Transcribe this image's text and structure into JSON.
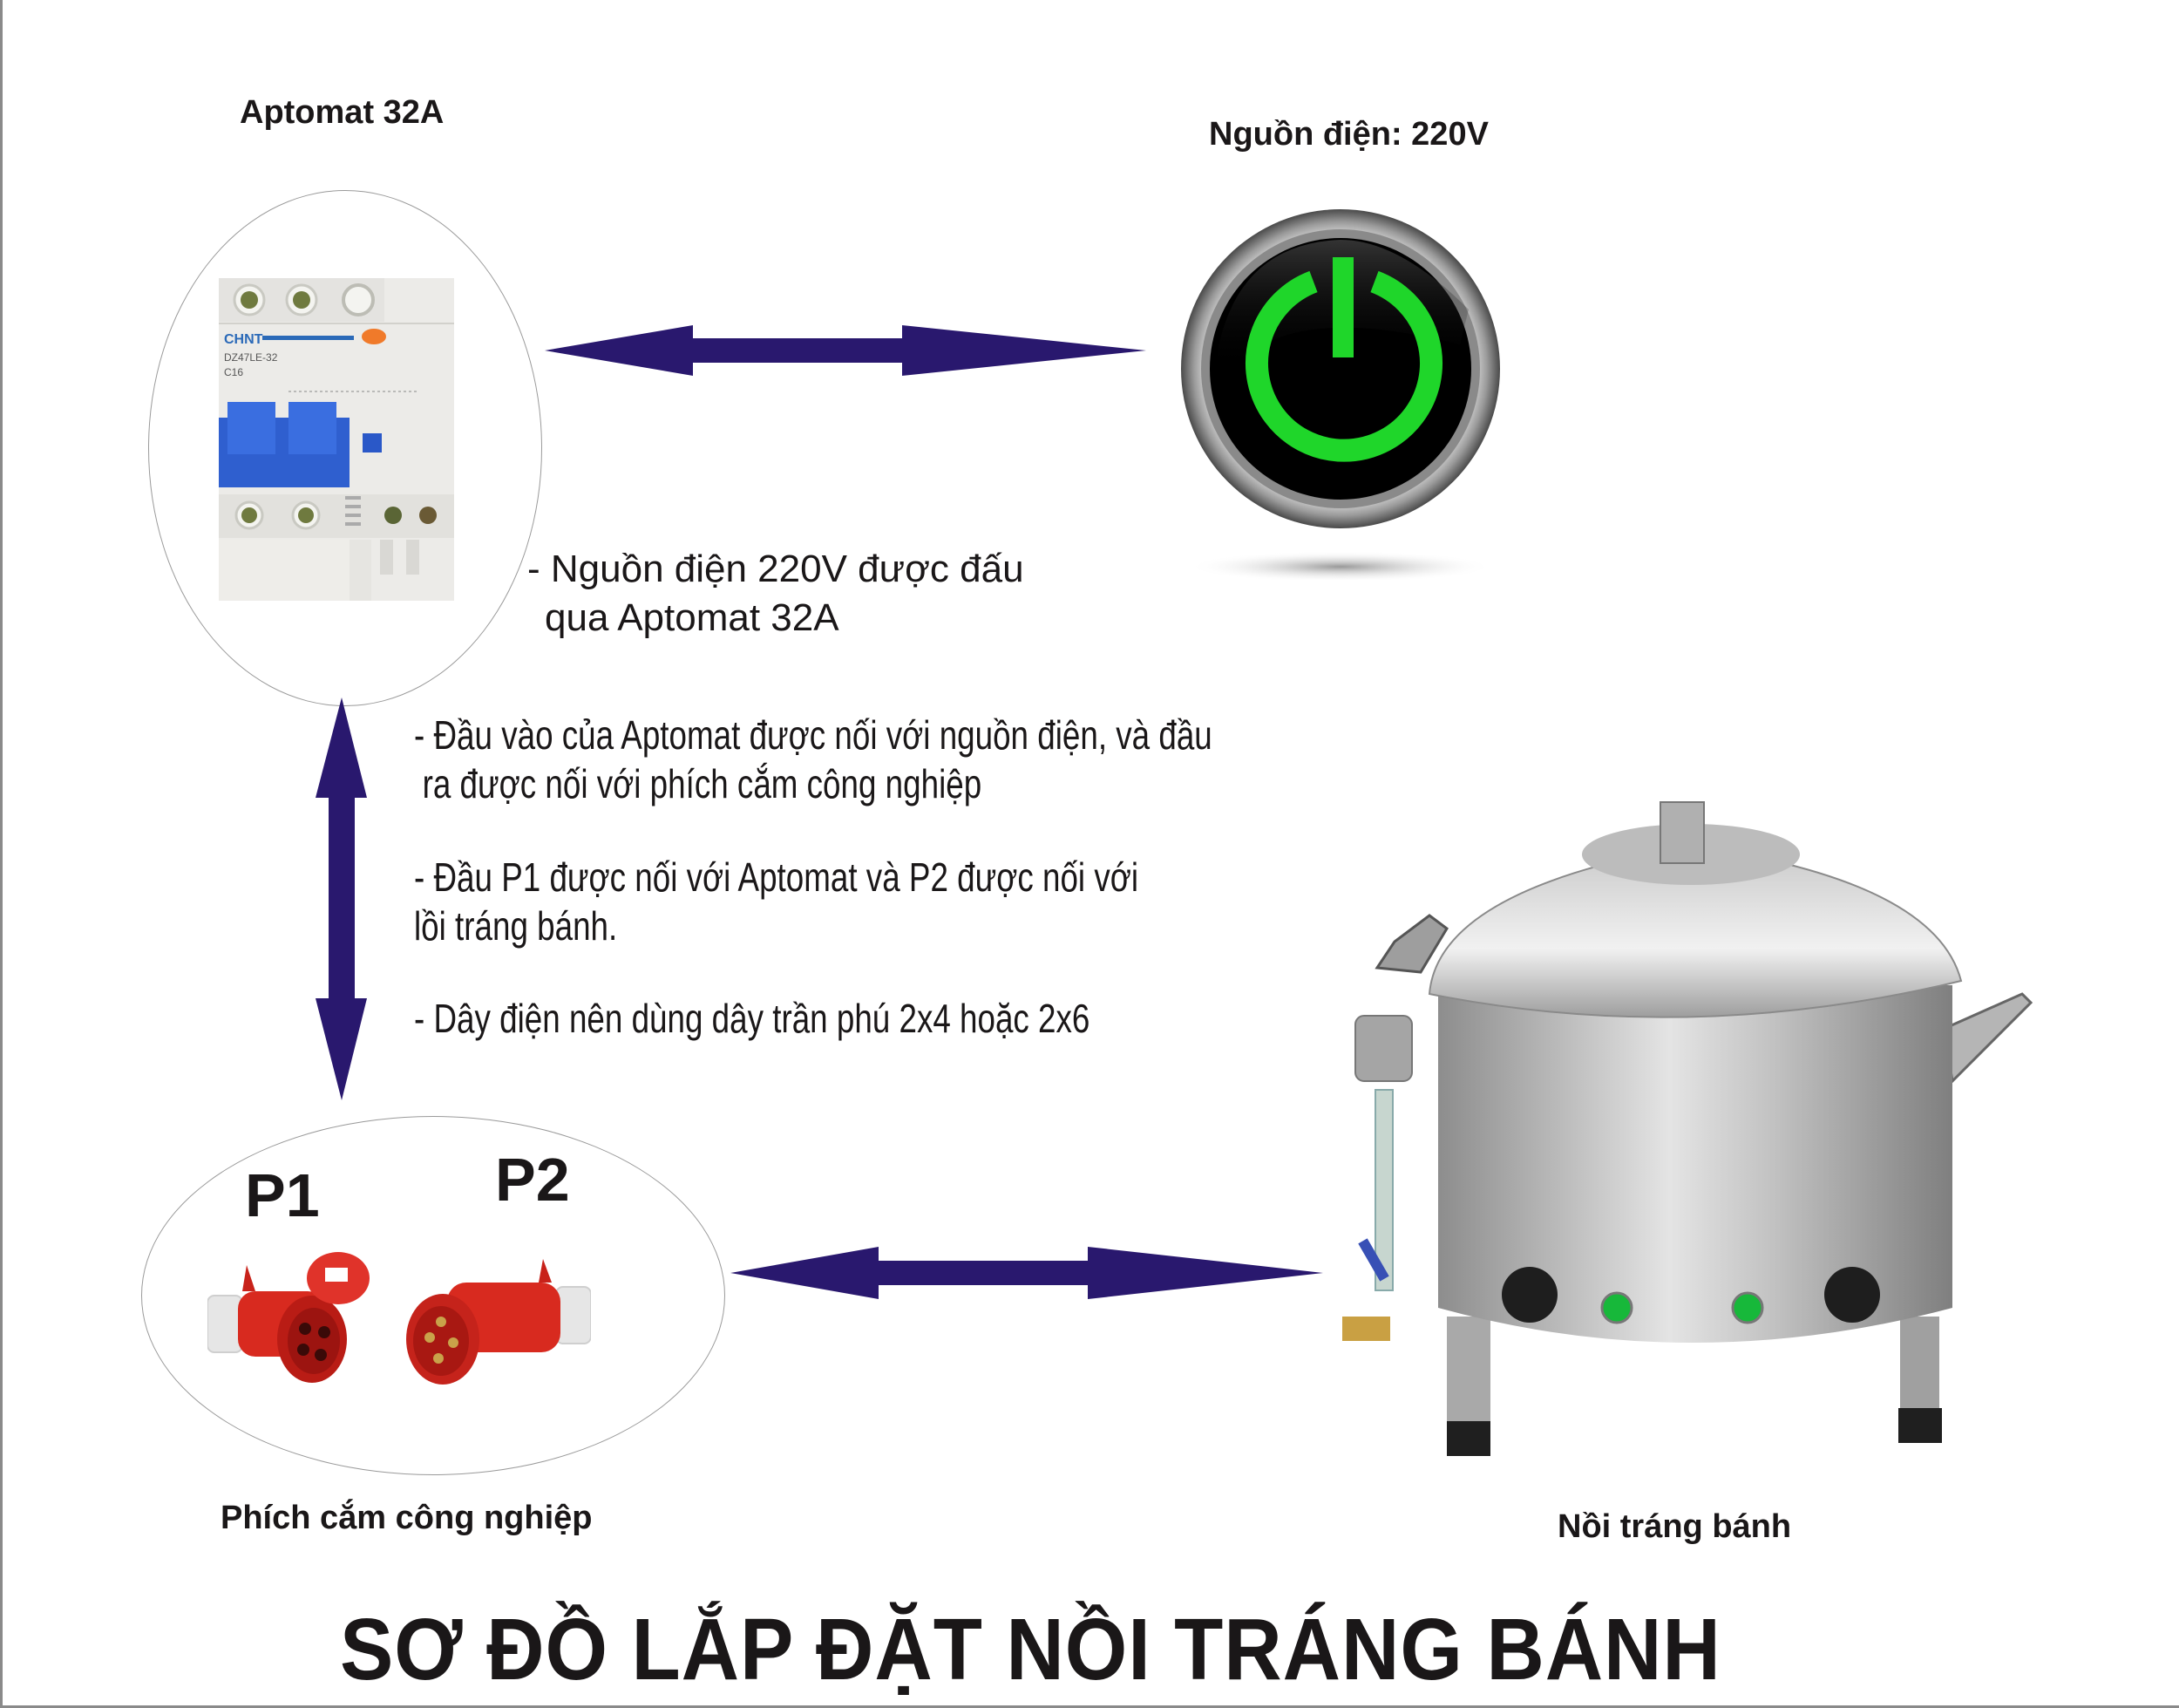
{
  "title": "SƠ ĐỒ LẮP ĐẶT NỒI TRÁNG BÁNH",
  "nodes": {
    "breaker": {
      "label": "Aptomat 32A",
      "brand": "CHNT",
      "model": "DZ47LE-32",
      "rating": "C16"
    },
    "power_source": {
      "label": "Nguồn điện: 220V",
      "icon": "power-icon"
    },
    "plugs": {
      "label": "Phích cắm công nghiệp",
      "p1": "P1",
      "p2": "P2"
    },
    "cooker": {
      "label": "Nồi tráng bánh"
    }
  },
  "notes": {
    "power_note": {
      "line1": "- Nguồn điện 220V được đấu",
      "line2": "qua Aptomat 32A"
    },
    "breaker_note": {
      "line1": "- Đầu vào của Aptomat được nối với nguồn điện, và đầu",
      "line2": "ra được nối với phích cắm công nghiệp"
    },
    "plug_note": {
      "line1": "- Đầu P1 được nối với Aptomat và P2 được nối với",
      "line2": "lồi tráng bánh."
    },
    "wire_note": {
      "line1": "- Dây điện nên dùng dây trần phú 2x4 hoặc 2x6"
    }
  },
  "connections": [
    {
      "from": "breaker",
      "to": "power_source",
      "type": "bidirectional"
    },
    {
      "from": "breaker",
      "to": "plugs",
      "type": "bidirectional"
    },
    {
      "from": "plugs",
      "to": "cooker",
      "type": "bidirectional"
    }
  ],
  "colors": {
    "arrow": "#29186e",
    "power_green": "#22dd22",
    "plug_red": "#d82a1f",
    "breaker_blue": "#2f5fcf"
  }
}
